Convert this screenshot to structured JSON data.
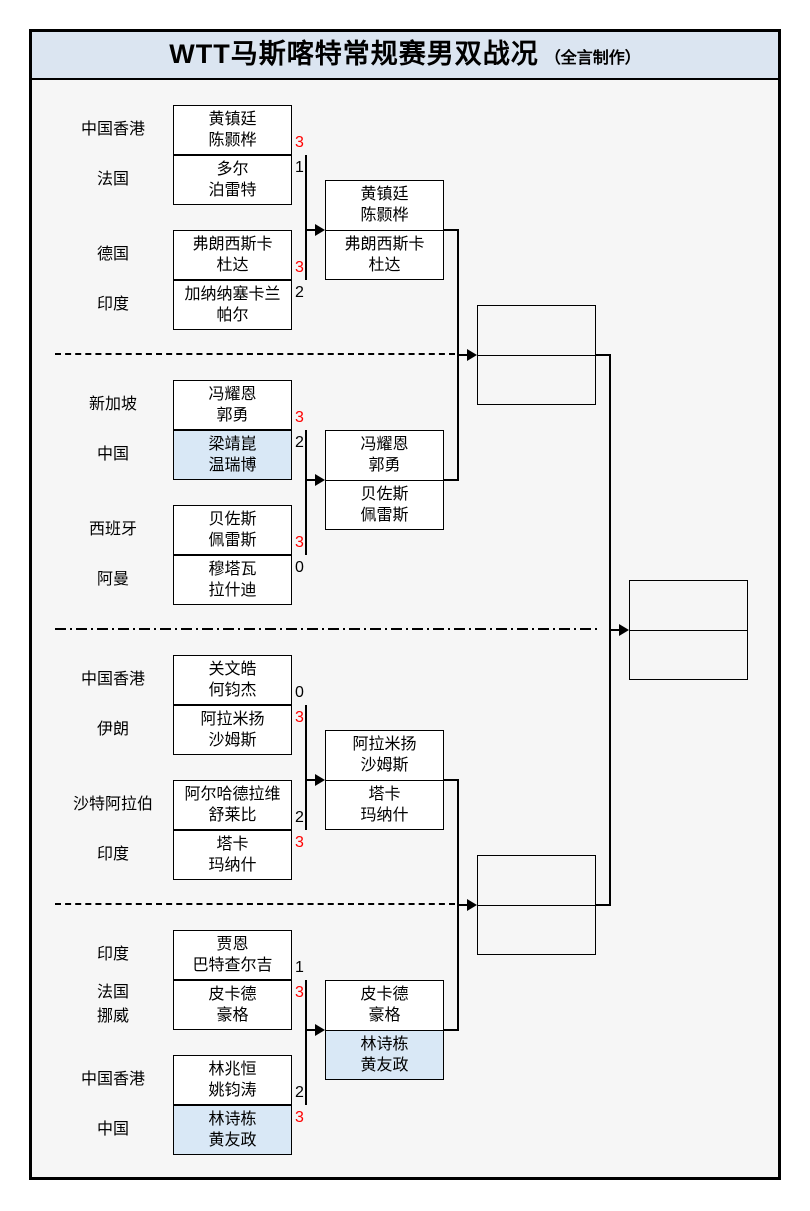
{
  "title": {
    "main": "WTT马斯喀特常规赛男双战况",
    "credit": "（全言制作）"
  },
  "colors": {
    "header_bg": "#dbe5f1",
    "highlight_bg": "#d9e8f6",
    "box_bg": "#ffffff",
    "canvas_bg": "#f6f6f6",
    "line_color": "#000000",
    "win_score": "#ff0000",
    "score_color": "#000000"
  },
  "chart_data": {
    "type": "table",
    "title": "WTT马斯喀特常规赛男双战况（全言制作）",
    "layout_hints": {
      "rounds": 3,
      "bracket_direction": "left-to-right",
      "separators": [
        "dashed",
        "dash-dot",
        "dashed"
      ]
    },
    "sections": [
      {
        "matches": [
          {
            "teams": [
              {
                "country": [
                  "中国香港"
                ],
                "players": [
                  "黄镇廷",
                  "陈颢桦"
                ],
                "score": "3",
                "winner": true,
                "highlight": false
              },
              {
                "country": [
                  "法国"
                ],
                "players": [
                  "多尔",
                  "泊雷特"
                ],
                "score": "1",
                "winner": false,
                "highlight": false
              }
            ]
          },
          {
            "teams": [
              {
                "country": [
                  "德国"
                ],
                "players": [
                  "弗朗西斯卡",
                  "杜达"
                ],
                "score": "3",
                "winner": true,
                "highlight": false
              },
              {
                "country": [
                  "印度"
                ],
                "players": [
                  "加纳纳塞卡兰",
                  "帕尔"
                ],
                "score": "2",
                "winner": false,
                "highlight": false
              }
            ]
          }
        ],
        "round2": {
          "top": {
            "players": [
              "黄镇廷",
              "陈颢桦"
            ],
            "highlight": false
          },
          "bottom": {
            "players": [
              "弗朗西斯卡",
              "杜达"
            ],
            "highlight": false
          }
        }
      },
      {
        "matches": [
          {
            "teams": [
              {
                "country": [
                  "新加坡"
                ],
                "players": [
                  "冯耀恩",
                  "郭勇"
                ],
                "score": "3",
                "winner": true,
                "highlight": false
              },
              {
                "country": [
                  "中国"
                ],
                "players": [
                  "梁靖崑",
                  "温瑞博"
                ],
                "score": "2",
                "winner": false,
                "highlight": true
              }
            ]
          },
          {
            "teams": [
              {
                "country": [
                  "西班牙"
                ],
                "players": [
                  "贝佐斯",
                  "佩雷斯"
                ],
                "score": "3",
                "winner": true,
                "highlight": false
              },
              {
                "country": [
                  "阿曼"
                ],
                "players": [
                  "穆塔瓦",
                  "拉什迪"
                ],
                "score": "0",
                "winner": false,
                "highlight": false
              }
            ]
          }
        ],
        "round2": {
          "top": {
            "players": [
              "冯耀恩",
              "郭勇"
            ],
            "highlight": false
          },
          "bottom": {
            "players": [
              "贝佐斯",
              "佩雷斯"
            ],
            "highlight": false
          }
        }
      },
      {
        "matches": [
          {
            "teams": [
              {
                "country": [
                  "中国香港"
                ],
                "players": [
                  "关文皓",
                  "何钧杰"
                ],
                "score": "0",
                "winner": false,
                "highlight": false
              },
              {
                "country": [
                  "伊朗"
                ],
                "players": [
                  "阿拉米扬",
                  "沙姆斯"
                ],
                "score": "3",
                "winner": true,
                "highlight": false
              }
            ]
          },
          {
            "teams": [
              {
                "country": [
                  "沙特阿拉伯"
                ],
                "players": [
                  "阿尔哈德拉维",
                  "舒莱比"
                ],
                "score": "2",
                "winner": false,
                "highlight": false
              },
              {
                "country": [
                  "印度"
                ],
                "players": [
                  "塔卡",
                  "玛纳什"
                ],
                "score": "3",
                "winner": true,
                "highlight": false
              }
            ]
          }
        ],
        "round2": {
          "top": {
            "players": [
              "阿拉米扬",
              "沙姆斯"
            ],
            "highlight": false
          },
          "bottom": {
            "players": [
              "塔卡",
              "玛纳什"
            ],
            "highlight": false
          }
        }
      },
      {
        "matches": [
          {
            "teams": [
              {
                "country": [
                  "印度"
                ],
                "players": [
                  "贾恩",
                  "巴特查尔吉"
                ],
                "score": "1",
                "winner": false,
                "highlight": false
              },
              {
                "country": [
                  "法国",
                  "挪威"
                ],
                "players": [
                  "皮卡德",
                  "豪格"
                ],
                "score": "3",
                "winner": true,
                "highlight": false
              }
            ]
          },
          {
            "teams": [
              {
                "country": [
                  "中国香港"
                ],
                "players": [
                  "林兆恒",
                  "姚钧涛"
                ],
                "score": "2",
                "winner": false,
                "highlight": false
              },
              {
                "country": [
                  "中国"
                ],
                "players": [
                  "林诗栋",
                  "黄友政"
                ],
                "score": "3",
                "winner": true,
                "highlight": true
              }
            ]
          }
        ],
        "round2": {
          "top": {
            "players": [
              "皮卡德",
              "豪格"
            ],
            "highlight": false
          },
          "bottom": {
            "players": [
              "林诗栋",
              "黄友政"
            ],
            "highlight": true
          }
        }
      }
    ],
    "semifinal_boxes": [
      {
        "text": ""
      },
      {
        "text": ""
      }
    ],
    "final_box": {
      "text": ""
    }
  }
}
